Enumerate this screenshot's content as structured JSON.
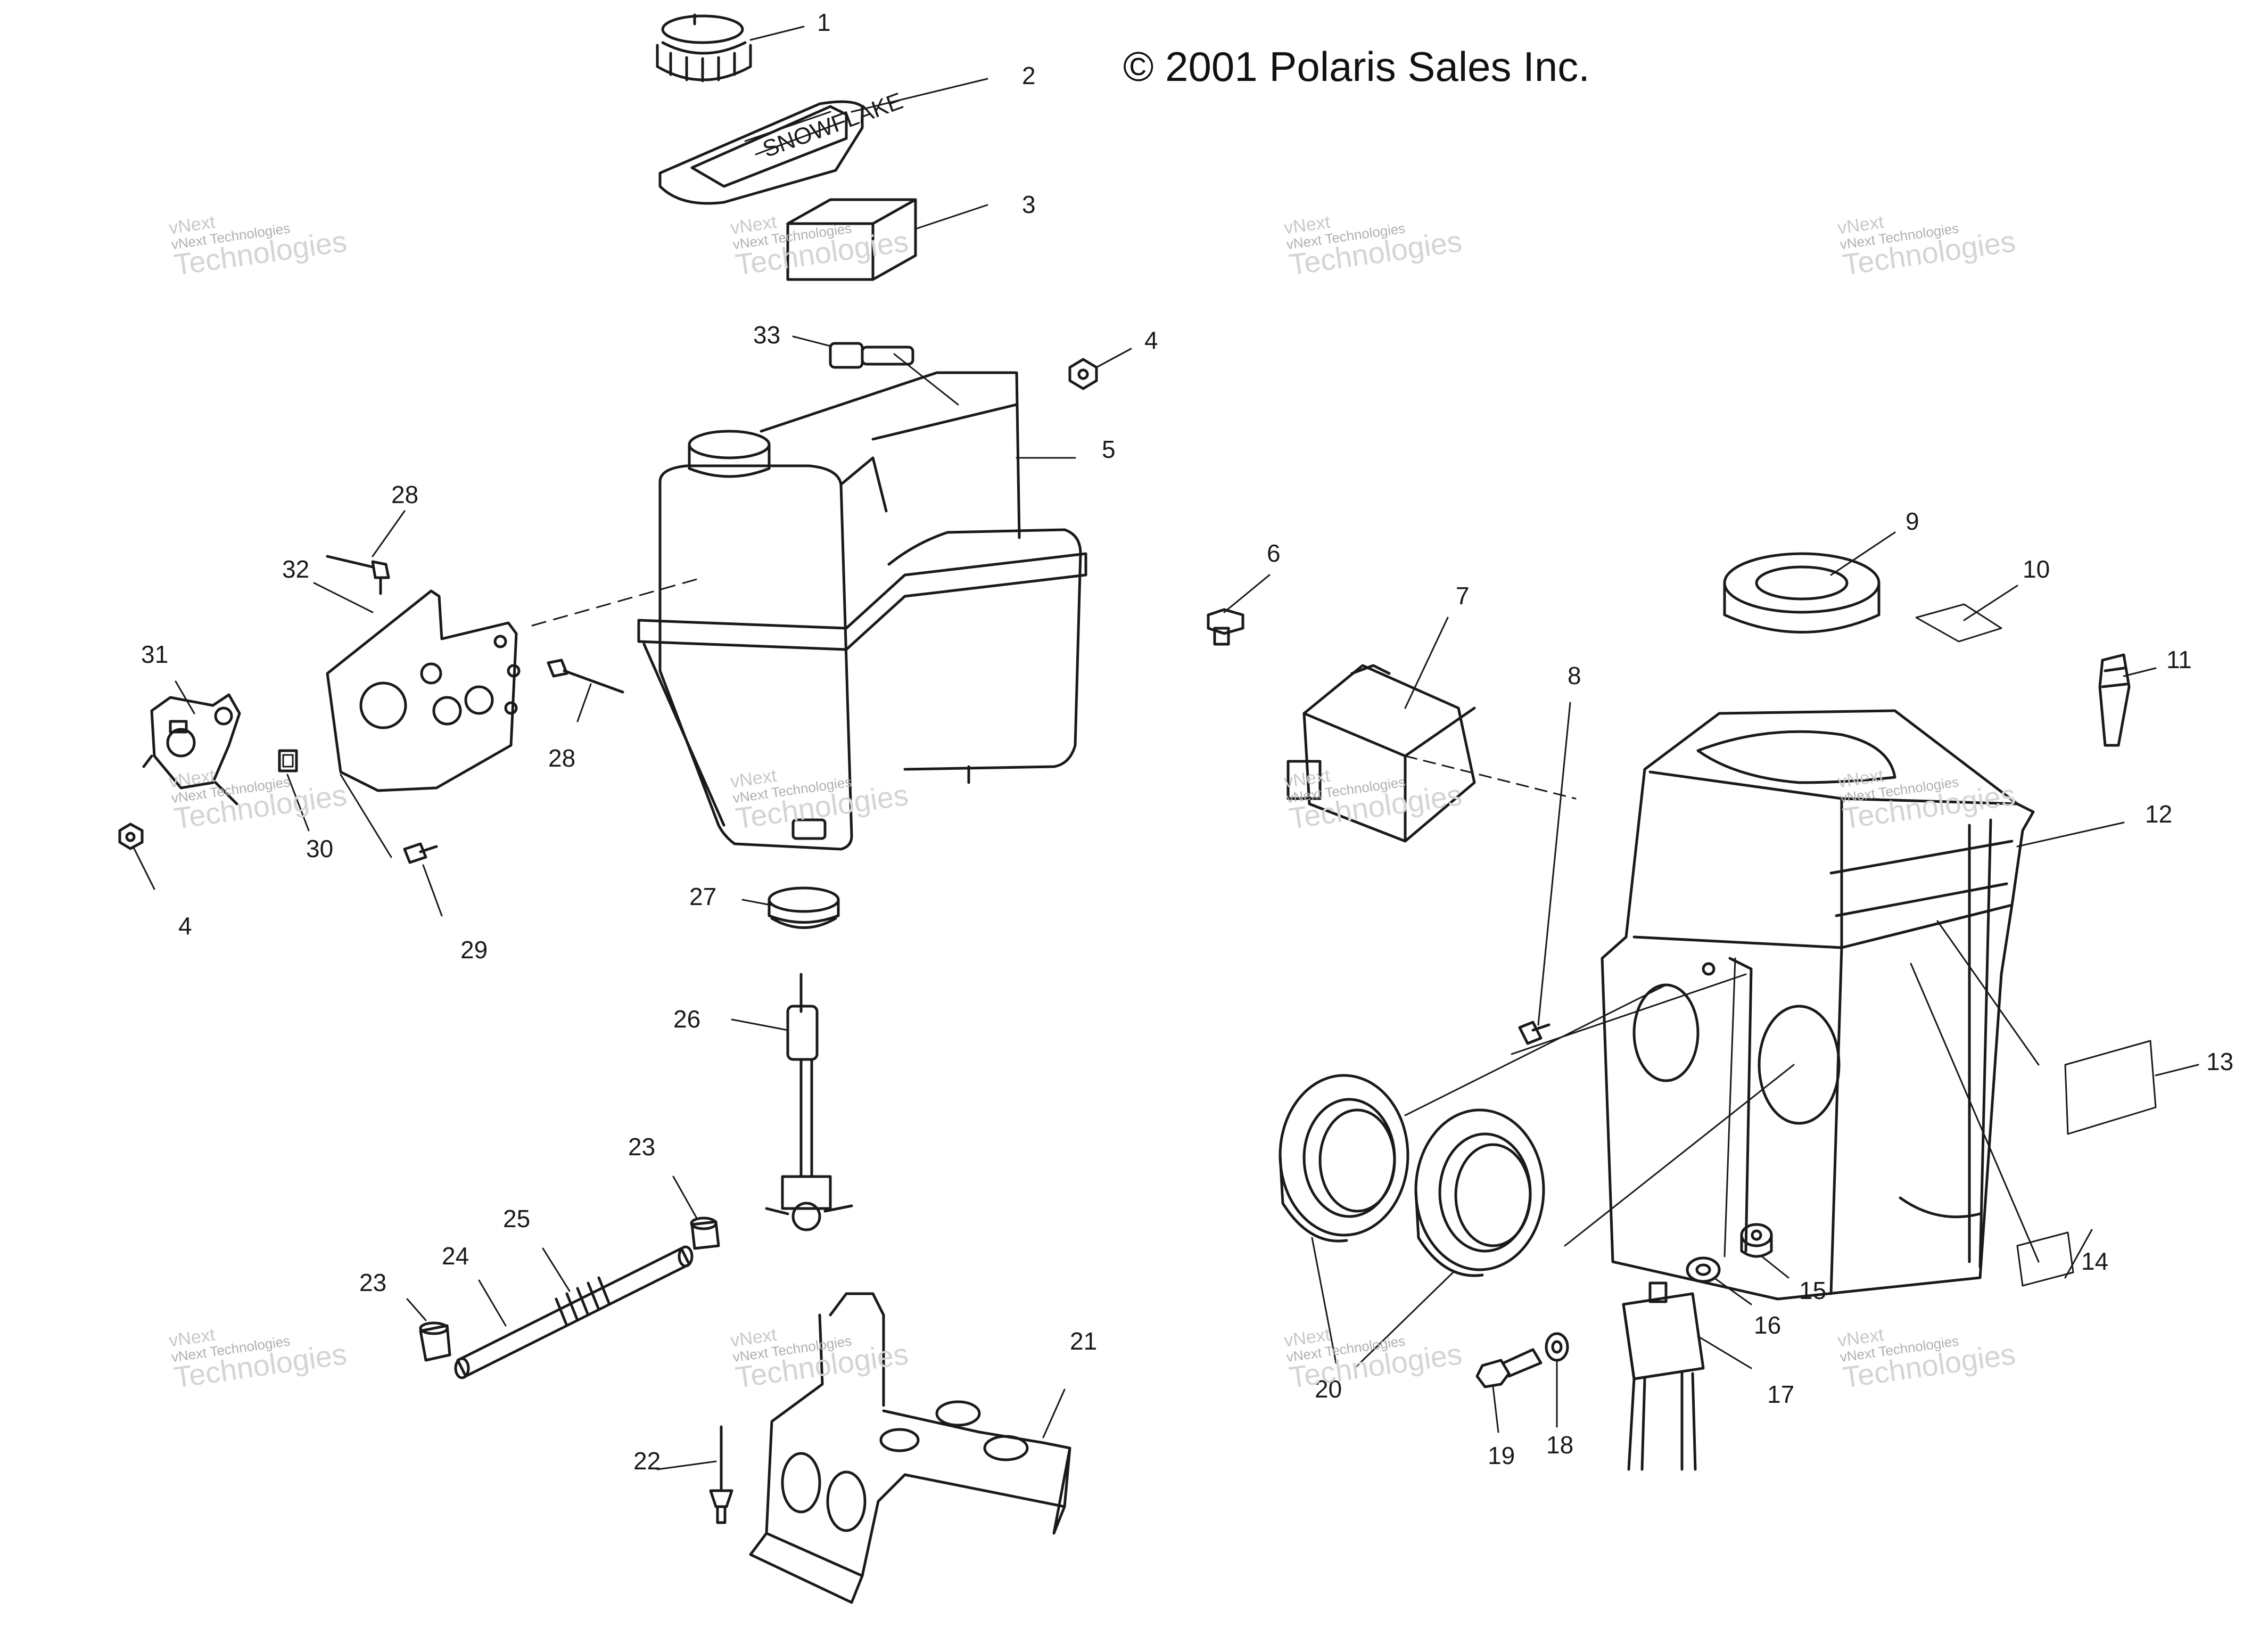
{
  "copyright": "© 2001 Polaris Sales Inc.",
  "watermark": {
    "brand": "vNext",
    "small": "vNext Technologies",
    "large": "Technologies"
  },
  "callouts": {
    "c1": "1",
    "c2": "2",
    "c3": "3",
    "c4a": "4",
    "c4b": "4",
    "c5": "5",
    "c6": "6",
    "c7": "7",
    "c8": "8",
    "c9": "9",
    "c10": "10",
    "c11": "11",
    "c12": "12",
    "c13": "13",
    "c14": "14",
    "c15": "15",
    "c16": "16",
    "c17": "17",
    "c18": "18",
    "c19": "19",
    "c20": "20",
    "c21": "21",
    "c22": "22",
    "c23a": "23",
    "c23b": "23",
    "c24": "24",
    "c25": "25",
    "c26": "26",
    "c27": "27",
    "c28a": "28",
    "c28b": "28",
    "c29": "29",
    "c30": "30",
    "c31": "31",
    "c32": "32",
    "c33": "33"
  },
  "colors": {
    "ink": "#1a1a1a",
    "watermark": "#c8c8c8"
  }
}
